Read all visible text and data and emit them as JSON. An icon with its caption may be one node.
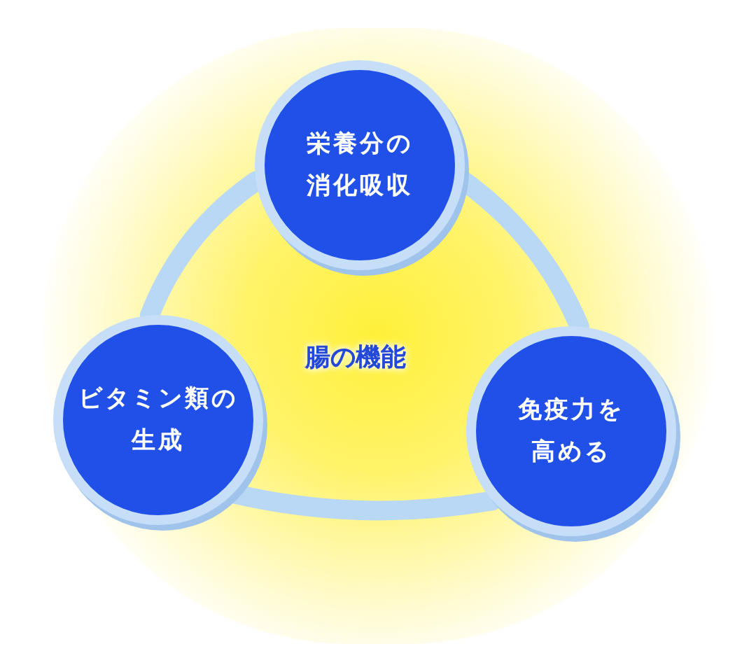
{
  "diagram": {
    "nodes": [
      {
        "text": [
          "栄養分の消化吸収"
        ]
      },
      {
        "text": [
          "ビタミン類の生成"
        ]
      },
      {
        "text": [
          "免疫力を高める"
        ]
      }
    ],
    "edges": [
      {
        "from": 0,
        "to": 2,
        "arrow": "none"
      },
      {
        "from": 2,
        "to": 1,
        "arrow": "none"
      },
      {
        "from": 1,
        "to": 0,
        "arrow": "none"
      }
    ],
    "labels": [
      "腸の機能"
    ]
  }
}
